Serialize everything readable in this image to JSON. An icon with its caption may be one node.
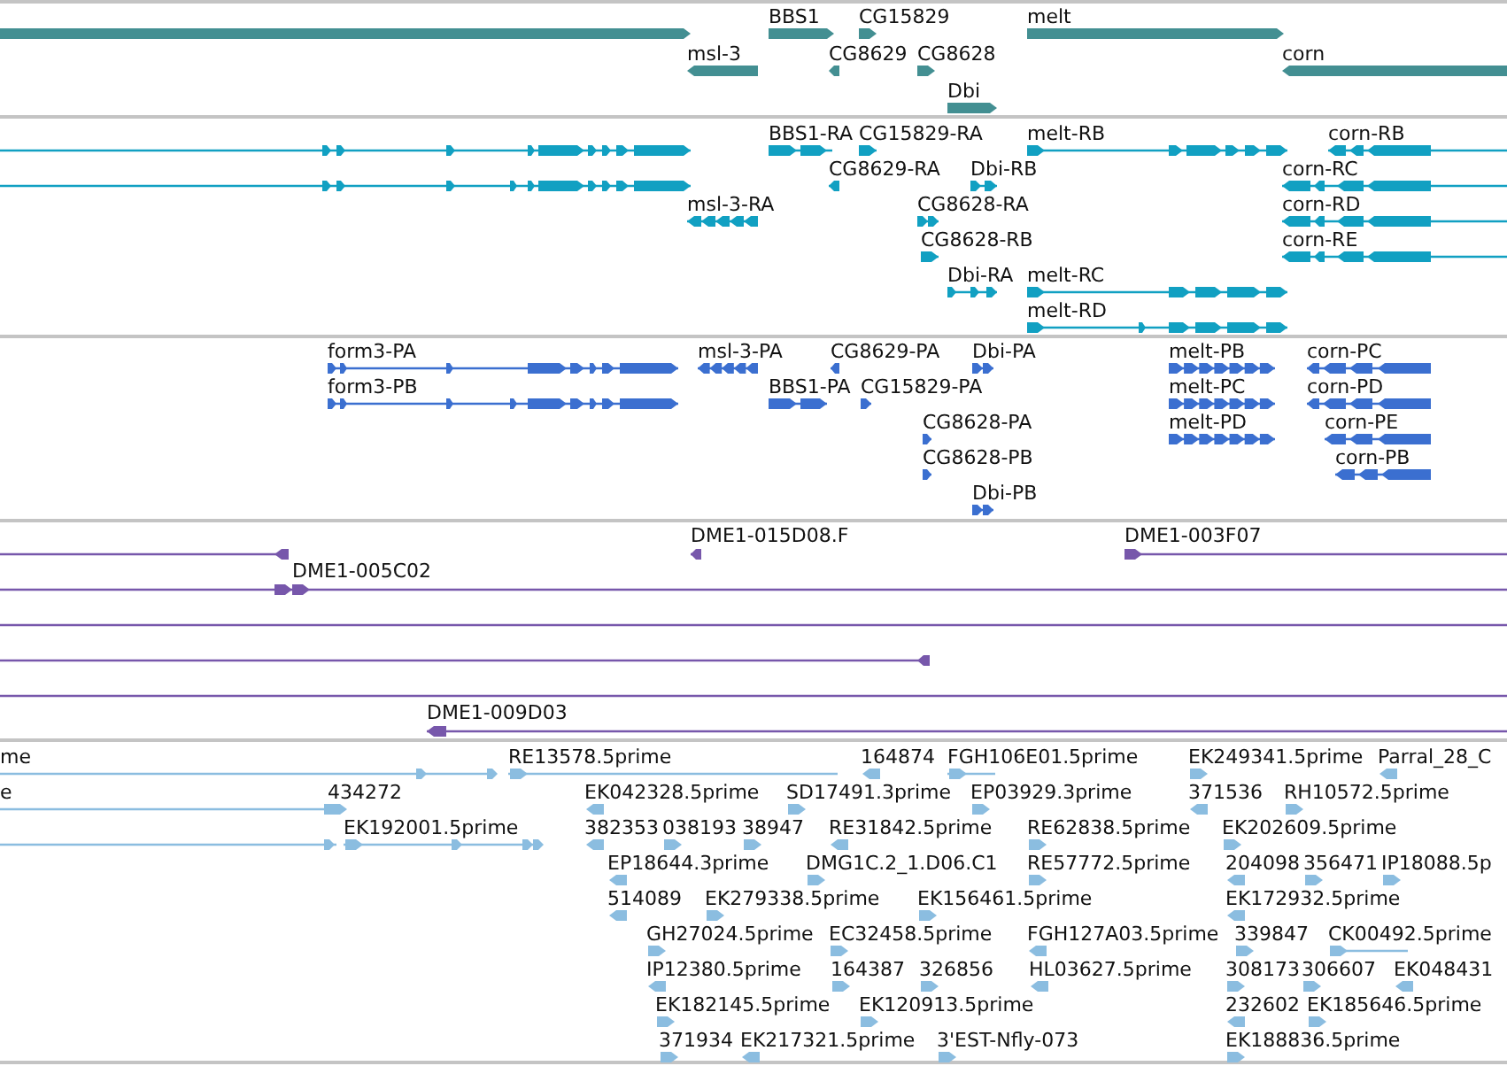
{
  "diagram": {
    "labels": [
      "BBS1",
      "CG15829",
      "melt",
      "msl-3",
      "CG8629",
      "CG8628",
      "corn",
      "Dbi",
      "BBS1-RA",
      "CG15829-RA",
      "melt-RB",
      "corn-RB",
      "CG8629-RA",
      "Dbi-RB",
      "corn-RC",
      "msl-3-RA",
      "CG8628-RA",
      "corn-RD",
      "CG8628-RB",
      "corn-RE",
      "Dbi-RA",
      "melt-RC",
      "melt-RD",
      "form3-PA",
      "msl-3-PA",
      "CG8629-PA",
      "Dbi-PA",
      "melt-PB",
      "corn-PC",
      "form3-PB",
      "BBS1-PA",
      "CG15829-PA",
      "melt-PC",
      "corn-PD",
      "CG8628-PA",
      "melt-PD",
      "corn-PE",
      "CG8628-PB",
      "corn-PB",
      "Dbi-PB",
      "DME1-015D08.F",
      "DME1-003F07",
      "DME1-005C02",
      "DME1-009D03",
      "me",
      "RE13578.5prime",
      "164874",
      "FGH106E01.5prime",
      "EK249341.5prime",
      "Parral_28_C",
      "e",
      "434272",
      "EK042328.5prime",
      "SD17491.3prime",
      "EP03929.3prime",
      "371536",
      "RH10572.5prime",
      "EK192001.5prime",
      "382353",
      "038193",
      "38947",
      "RE31842.5prime",
      "RE62838.5prime",
      "EK202609.5prime",
      "EP18644.3prime",
      "DMG1C.2_1.D06.C1",
      "RE57772.5prime",
      "204098",
      "356471",
      "IP18088.5p",
      "514089",
      "EK279338.5prime",
      "EK156461.5prime",
      "EK172932.5prime",
      "GH27024.5prime",
      "EC32458.5prime",
      "FGH127A03.5prime",
      "339847",
      "CK00492.5prime",
      "IP12380.5prime",
      "164387",
      "326856",
      "HL03627.5prime",
      "308173",
      "306607",
      "EK048431",
      "EK182145.5prime",
      "EK120913.5prime",
      "232602",
      "EK185646.5prime",
      "371934",
      "EK217321.5prime",
      "3'EST-Nfly-073",
      "EK188836.5prime"
    ]
  }
}
